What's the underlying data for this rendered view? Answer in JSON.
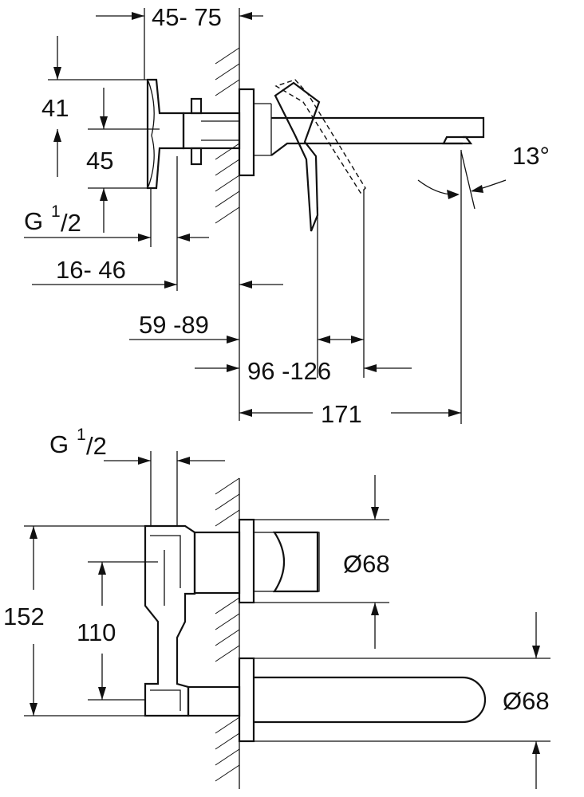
{
  "top_view": {
    "dim_45_75": "45- 75",
    "dim_41": "41",
    "dim_45": "45",
    "dim_g": "G",
    "dim_g_sup": "1",
    "dim_g_sub": "/2",
    "dim_16_46": "16- 46",
    "dim_59_89": "59 -89",
    "dim_96_126": "96 -126",
    "dim_171": "171",
    "dim_angle": "13°"
  },
  "bottom_view": {
    "dim_g": "G",
    "dim_g_sup": "1",
    "dim_g_sub": "/2",
    "dim_152": "152",
    "dim_110": "110",
    "dim_dia_top": "Ø68",
    "dim_dia_bottom": "Ø68"
  }
}
